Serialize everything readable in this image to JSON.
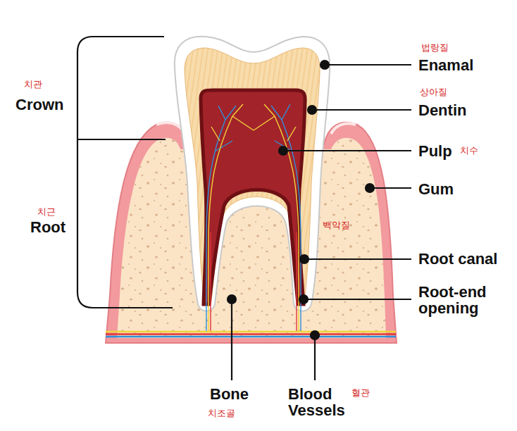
{
  "diagram": {
    "labels": [
      "치관",
      "Crown",
      "치근",
      "Root",
      "법랑질",
      "Enamal",
      "상아질",
      "Dentin",
      "Pulp",
      "치수",
      "Gum",
      "백악질",
      "Root canal",
      "Root-end opening",
      "Bone",
      "치조골",
      "Blood Vessels",
      "혈관"
    ]
  }
}
